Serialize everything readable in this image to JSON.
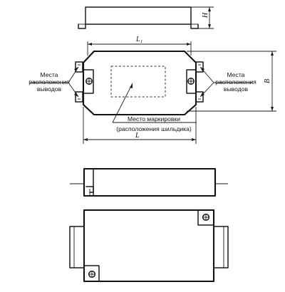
{
  "labels": {
    "leads_left": [
      "Места",
      "расположения",
      "выводов"
    ],
    "leads_right": [
      "Места",
      "расположения",
      "выводов"
    ],
    "marking_line1": "Место маркировки",
    "marking_line2": "(расположения шильдика)"
  },
  "dimensions": {
    "H": "H",
    "L1_main": "L",
    "L1_sub": "1",
    "B": "B",
    "L": "L"
  }
}
